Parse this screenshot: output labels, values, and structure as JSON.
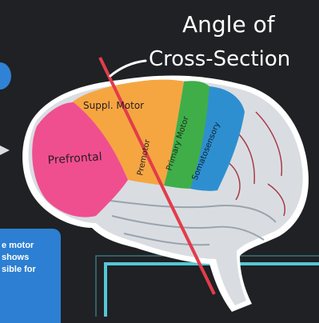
{
  "heading": {
    "line1": "Angle of",
    "line2": "Cross-Section"
  },
  "regions": {
    "prefrontal": "Prefrontal",
    "supplementary_motor": "Suppl. Motor",
    "premotor": "Premotor",
    "primary_motor": "Primary Motor",
    "somatosensory": "Somatosensory"
  },
  "side_panel": {
    "line1": "e motor",
    "line2": "shows",
    "line3": "sible for"
  },
  "colors": {
    "background": "#1f2124",
    "prefrontal": "#ef4f8f",
    "motor": "#f5a641",
    "primary_motor": "#3fae49",
    "somatosensory": "#2e8fd0",
    "brain": "#d9dde2",
    "cut_line": "#e23c4a",
    "panel": "#2c7fd2",
    "frame": "#55c7d6"
  }
}
